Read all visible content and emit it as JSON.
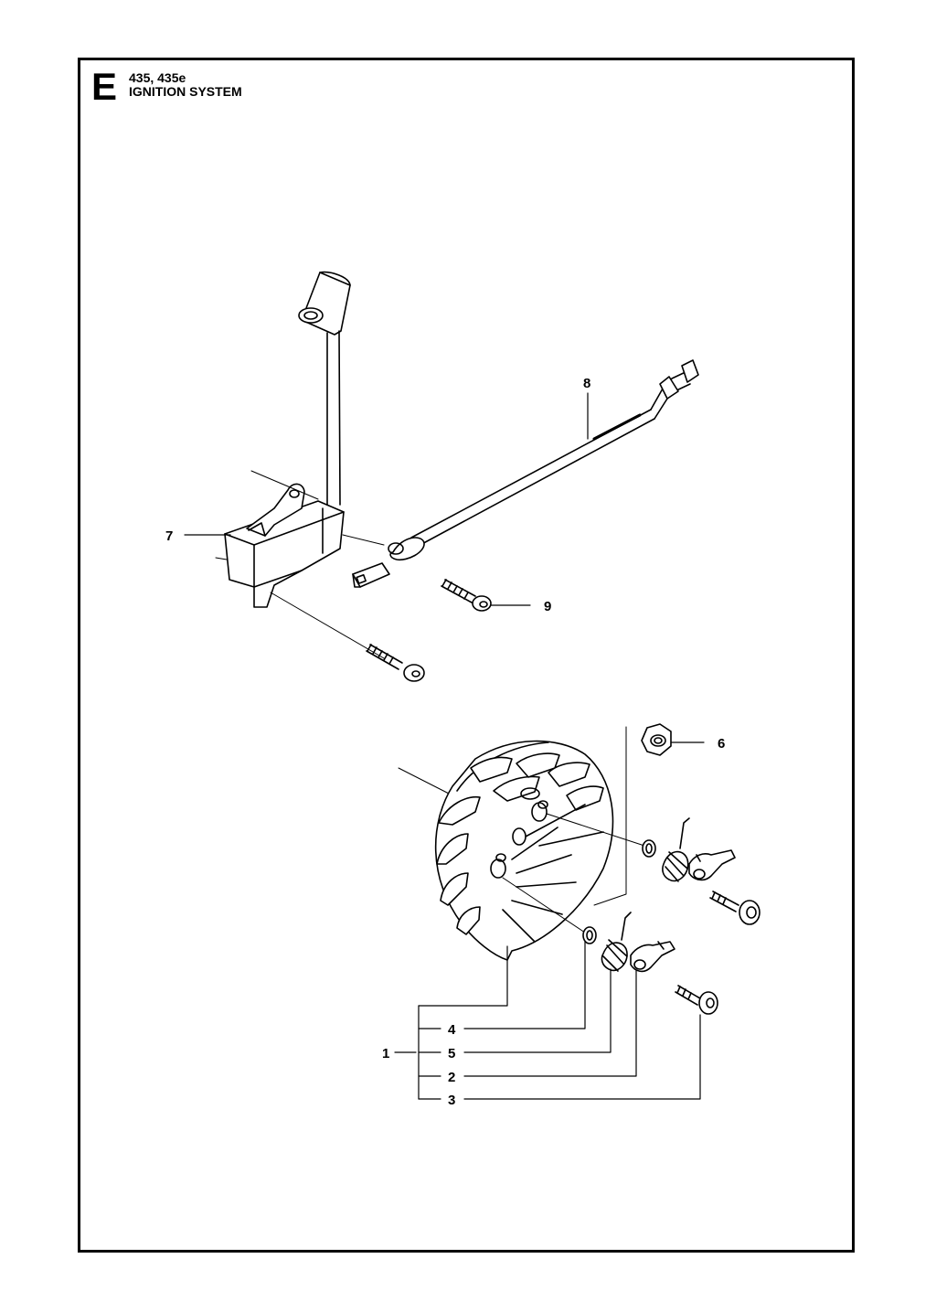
{
  "header": {
    "section_letter": "E",
    "model": "435, 435e",
    "title": "IGNITION SYSTEM"
  },
  "callouts": [
    "1",
    "2",
    "3",
    "4",
    "5",
    "6",
    "7",
    "8",
    "9"
  ],
  "colors": {
    "line": "#000000",
    "background": "#ffffff"
  }
}
